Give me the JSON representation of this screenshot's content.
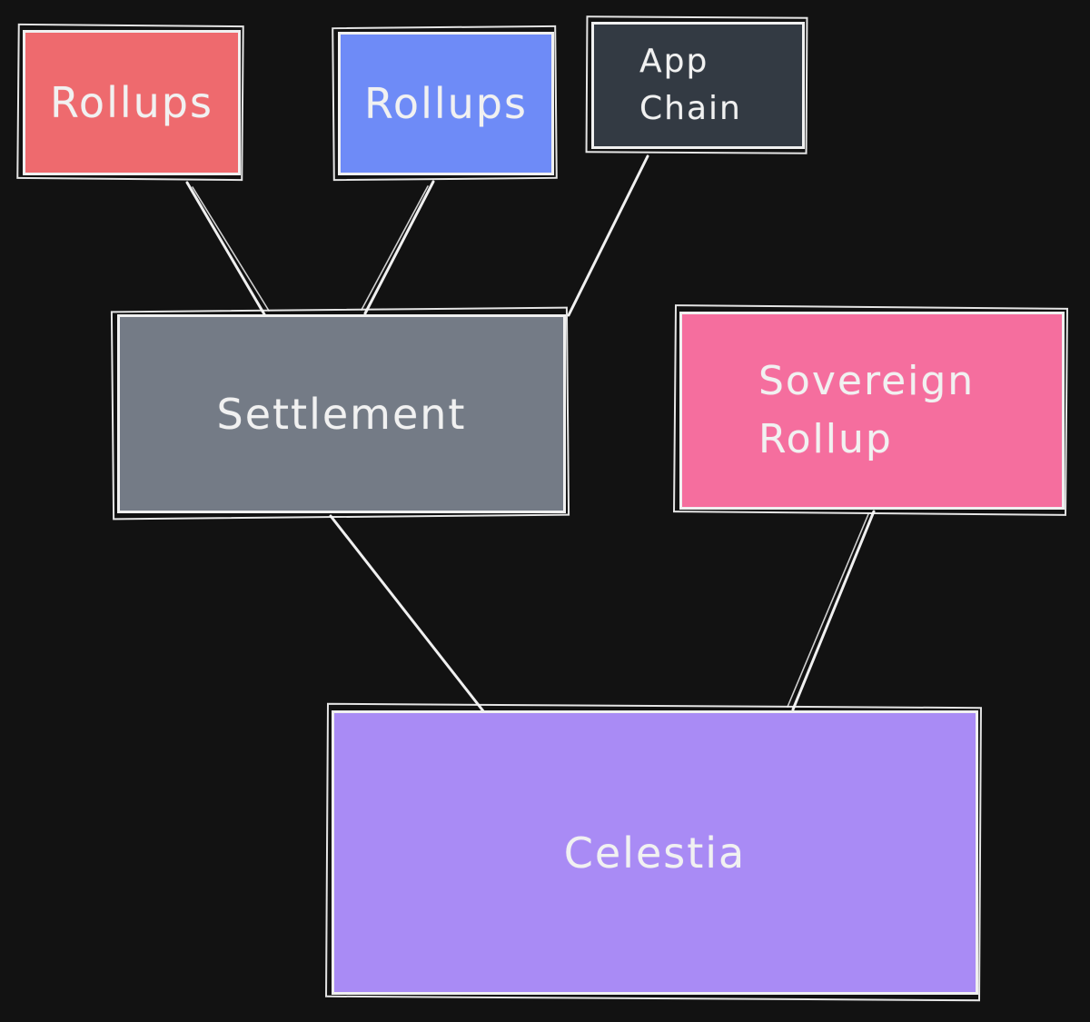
{
  "canvas": {
    "background": "#121212",
    "stroke_color": "#f0f0f0",
    "text_color": "#f1f1f1"
  },
  "nodes": {
    "rollups_red": {
      "label": "Rollups",
      "fill": "#ee6a6e"
    },
    "rollups_blue": {
      "label": "Rollups",
      "fill": "#6e8bf7"
    },
    "app_chain": {
      "line1": "App",
      "line2": "Chain",
      "fill": "#333a43"
    },
    "settlement": {
      "label": "Settlement",
      "fill": "#747b86"
    },
    "sovereign_rollup": {
      "line1": "Sovereign",
      "line2": "Rollup",
      "fill": "#f56e9e"
    },
    "celestia": {
      "label": "Celestia",
      "fill": "#a98bf5"
    }
  },
  "edges": [
    {
      "from": "rollups-red",
      "to": "settlement"
    },
    {
      "from": "rollups-blue",
      "to": "settlement"
    },
    {
      "from": "app-chain",
      "to": "settlement"
    },
    {
      "from": "settlement",
      "to": "celestia"
    },
    {
      "from": "sovereign-rollup",
      "to": "celestia"
    }
  ]
}
